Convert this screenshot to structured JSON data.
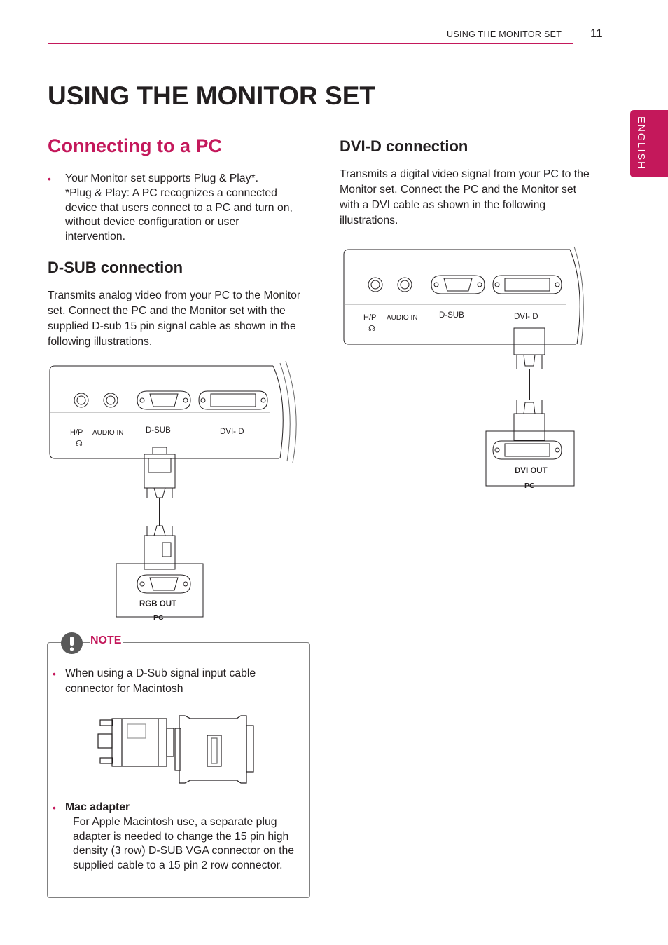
{
  "header": {
    "running_head": "USING THE MONITOR SET",
    "page_number": "11"
  },
  "language_tab": "ENGLISH",
  "page_title": "USING THE MONITOR SET",
  "section_title": "Connecting to a PC",
  "intro": {
    "line1": "Your Monitor set supports Plug & Play*.",
    "line2": "*Plug & Play:  A PC recognizes a connected device that users connect to a PC and turn on, without device configuration or user intervention."
  },
  "dsub": {
    "title": "D-SUB connection",
    "body": "Transmits analog video from your PC to the Monitor set. Connect the PC and the Monitor set with the supplied D-sub 15 pin signal cable as shown in the following illustrations."
  },
  "dvi": {
    "title": "DVI-D connection",
    "body": "Transmits a digital video signal from your PC to the Monitor set. Connect the PC and the Monitor set with a DVI cable as shown in the following illustrations."
  },
  "diagram_labels": {
    "hp": "H/P",
    "audio_in": "AUDIO IN",
    "dsub": "D-SUB",
    "dvid": "DVI- D",
    "rgb_out": "RGB OUT",
    "dvi_out": "DVI OUT",
    "pc": "PC"
  },
  "note": {
    "label": "NOTE",
    "item1": "When using a D-Sub signal input cable connector for Macintosh",
    "item2_title": "Mac adapter",
    "item2_body": "For Apple Macintosh use, a separate plug adapter is needed to change the 15 pin high density (3 row) D-SUB VGA connector on the supplied cable to a 15 pin 2 row connector."
  }
}
